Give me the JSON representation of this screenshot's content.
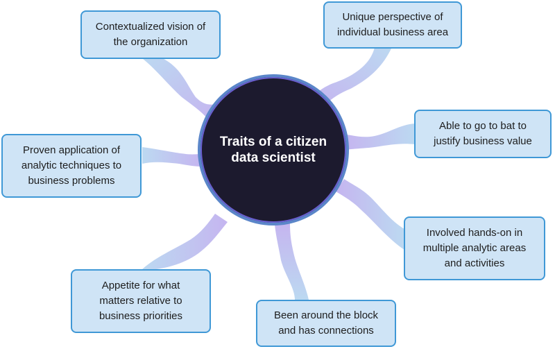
{
  "hub": {
    "label": "Traits of a citizen data scientist"
  },
  "traits": [
    "Contextualized vision of\nthe organization",
    "Unique perspective of\nindividual business area",
    "Able to go to bat to\njustify business value",
    "Involved hands-on in\nmultiple analytic areas\nand activities",
    "Been around the block\nand has connections",
    "Appetite for what\nmatters relative to\nbusiness priorities",
    "Proven application of\nanalytic techniques to\nbusiness problems"
  ],
  "colors": {
    "hub_fill": "#1c1a2e",
    "node_fill": "#cfe4f6",
    "node_border": "#3f98d6",
    "connector_start": "#b8d8f0",
    "connector_end": "#c9b8f0"
  }
}
